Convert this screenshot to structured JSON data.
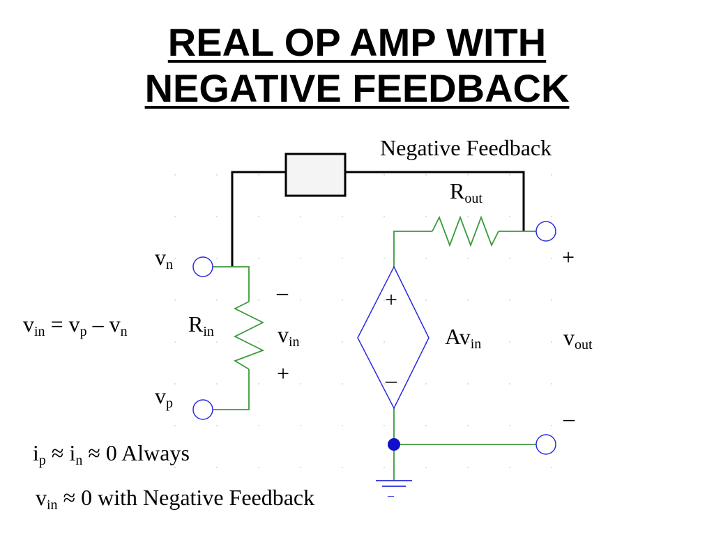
{
  "title": {
    "line1": "REAL OP AMP WITH",
    "line2": "NEGATIVE FEEDBACK"
  },
  "labels": {
    "negative_feedback": "Negative Feedback",
    "r_out_base": "R",
    "r_out_sub": "out",
    "v_n_base": "v",
    "v_n_sub": "n",
    "v_p_base": "v",
    "v_p_sub": "p",
    "r_in_base": "R",
    "r_in_sub": "in",
    "v_in_base": "v",
    "v_in_sub": "in",
    "in_minus": "–",
    "in_plus": "+",
    "src_plus": "+",
    "src_minus": "–",
    "gain_base": "Av",
    "gain_sub": "in",
    "out_plus": "+",
    "out_minus": "–",
    "v_out_base": "v",
    "v_out_sub": "out",
    "ground_mark": "–"
  },
  "equation": {
    "lhs_base": "v",
    "lhs_sub": "in",
    "eq": " = ",
    "p_base": "v",
    "p_sub": "p",
    "minus": " – ",
    "n_base": "v",
    "n_sub": "n"
  },
  "statements": {
    "line1": {
      "a_base": "i",
      "a_sub": "p",
      "approx1": " ≈ ",
      "b_base": "i",
      "b_sub": "n",
      "approx2": " ≈ ",
      "rest": "0 Always"
    },
    "line2": {
      "a_base": "v",
      "a_sub": "in",
      "approx": " ≈ ",
      "rest": "0 with Negative Feedback"
    }
  },
  "colors": {
    "feedback_wire": "#000000",
    "component_wire": "#3a9a3a",
    "terminal": "#2a2adc",
    "source": "#2a2adc",
    "node_fill": "#1010cc",
    "feedback_box_fill": "#f4f4f4"
  }
}
